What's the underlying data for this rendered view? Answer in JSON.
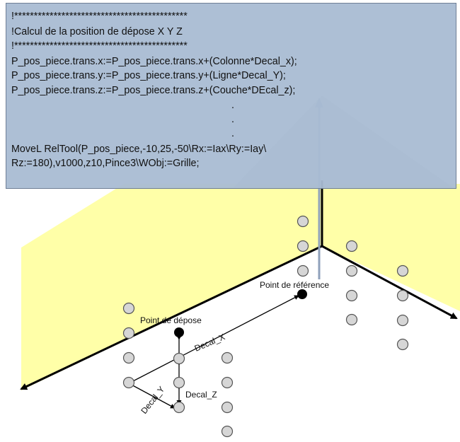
{
  "code": {
    "lines": [
      "!********************************************",
      "!Calcul de la position de dépose X Y Z",
      "!********************************************",
      "P_pos_piece.trans.x:=P_pos_piece.trans.x+(Colonne*Decal_x);",
      "P_pos_piece.trans.y:=P_pos_piece.trans.y+(Ligne*Decal_Y);",
      "P_pos_piece.trans.z:=P_pos_piece.trans.z+(Couche*DEcal_z);",
      "MoveL RelTool(P_pos_piece,-10,25,-50\\Rx:=Iax\\Ry:=Iay\\",
      "Rz:=180),v1000,z10,Pince3\\WObj:=Grille;"
    ],
    "ellipsis": [
      ".",
      ".",
      "."
    ]
  },
  "labels": {
    "reference_point": "Point de référence",
    "drop_point": "Point de dépose",
    "decal_x": "Decal_X",
    "decal_y": "Decal_Y",
    "decal_z": "Decal_Z"
  },
  "colors": {
    "plane": "#ffffa8",
    "code_background": "#a9bcd3",
    "axis": "#000000",
    "connector_arrow": "#7f93b0",
    "grid_point": "#d6d6d6",
    "key_point": "#000000"
  }
}
